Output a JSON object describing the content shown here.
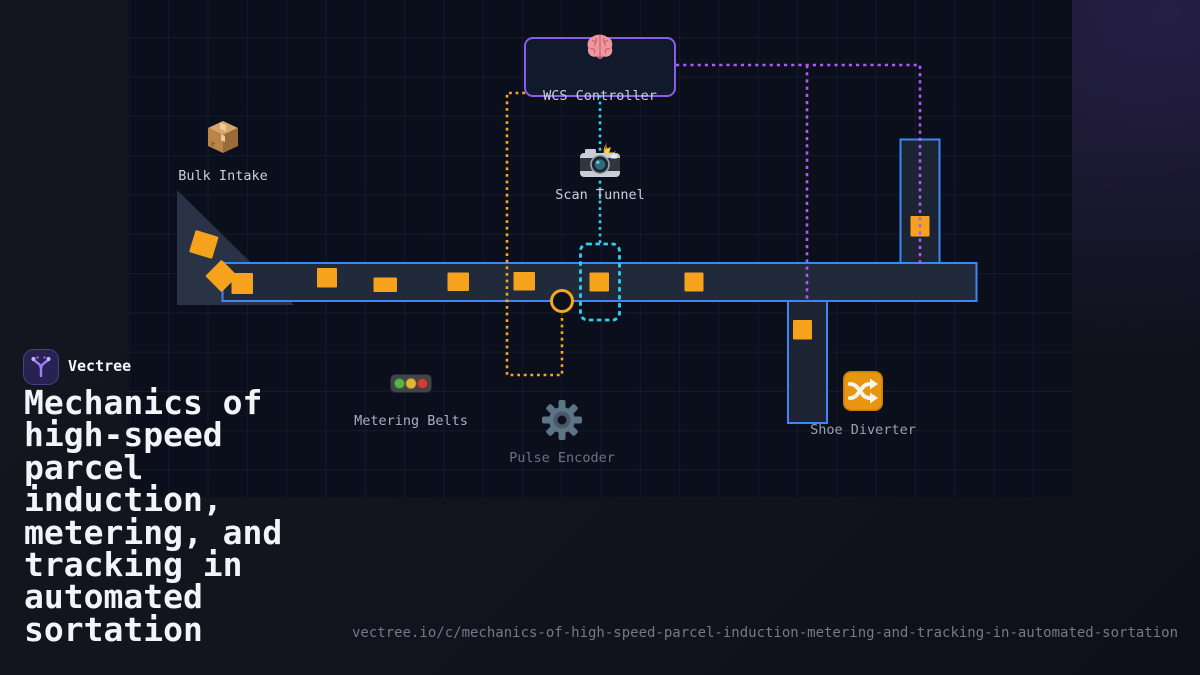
{
  "brand": {
    "name": "Vectree",
    "logo_icon": "vectree-branch-icon"
  },
  "title": "Mechanics of high-speed parcel induction, metering, and tracking in automated sortation",
  "footer": {
    "url": "vectree.io/c/mechanics-of-high-speed-parcel-induction-metering-and-tracking-in-automated-sortation"
  },
  "diagram": {
    "nodes": [
      {
        "id": "wcs-controller",
        "label": "WCS Controller",
        "icon": "brain-icon"
      },
      {
        "id": "scan-tunnel",
        "label": "Scan Tunnel",
        "icon": "camera-flash-icon"
      },
      {
        "id": "bulk-intake",
        "label": "Bulk Intake",
        "icon": "package-icon"
      },
      {
        "id": "metering-belts",
        "label": "Metering Belts",
        "icon": "traffic-light-icon"
      },
      {
        "id": "pulse-encoder",
        "label": "Pulse Encoder",
        "icon": "gear-icon"
      },
      {
        "id": "shoe-diverter",
        "label": "Shoe Diverter",
        "icon": "shuffle-icon"
      }
    ],
    "connectors": [
      {
        "from": "wcs-controller",
        "to": "pulse-encoder-wheel",
        "color": "#f5a623",
        "style": "dotted"
      },
      {
        "from": "wcs-controller",
        "to": "scan-zone",
        "color": "#2bd3ee",
        "style": "dotted"
      },
      {
        "from": "wcs-controller",
        "to": "divert-spur",
        "color": "#ab5cf5",
        "style": "dotted"
      },
      {
        "from": "wcs-controller",
        "to": "divert-lane",
        "color": "#ab5cf5",
        "style": "dotted"
      }
    ],
    "colors": {
      "conveyor_border": "#3e86f5",
      "parcel": "#f6a21c",
      "wcs_border": "#8a5cf0",
      "scan_zone": "#2bd3ee",
      "encoder_accent": "#f5a623",
      "divert_accent": "#ab5cf5"
    }
  }
}
